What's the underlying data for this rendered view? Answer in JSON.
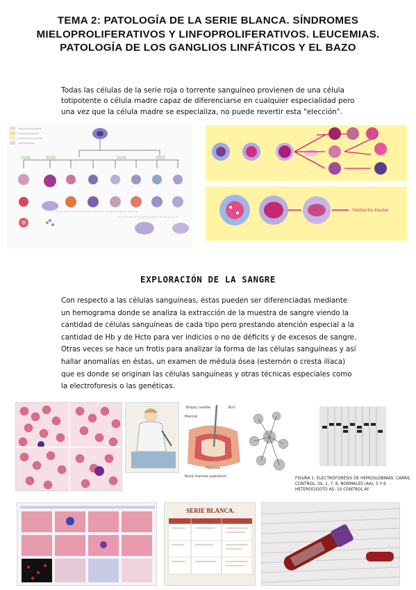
{
  "page": {
    "title": "TEMA 2: PATOLOGÍA DE LA SERIE BLANCA. SÍNDROMES MIELOPROLIFERATIVOS Y LINFOPROLIFERATIVOS. LEUCEMIAS. PATOLOGÍA DE LOS GANGLIOS LINFÁTICOS Y EL BAZO",
    "intro": "Todas las células de la serie roja o torrente sanguíneo provienen de una célula totipotente o célula madre capaz de diferenciarse en cualquier especialidad pero una vez que la célula madre se especializa, no puede revertir esta \"elección\".",
    "section_title": "EXPLORACIÓN DE LA SANGRE",
    "body": "Con respecto a las células sanguíneas, éstas pueden ser diferenciadas mediante un hemograma donde se analiza la extracción de la muestra de sangre viendo la cantidad de células sanguíneas de cada tipo pero prestando atención especial a la cantidad de Hb y de Hcto para ver indicios o no de déficits y de excesos de sangre. Otras veces se hace un frotis para analizar la forma de las células sanguíneas y así hallar anomalías en éstas, un examen de médula ósea (esternón o cresta ilíaca) que es donde se originan las células sanguíneas y otras técnicas especiales como la electroforesis o las genéticas.",
    "figure_caption": "Figura 1. Electroforesis de hemoglobinas. Carril control: SS; 1, 7, 8, normales (AA); 5 y 9 heterocigoto AS; 10 control AF"
  },
  "figures": {
    "marrow_labels": {
      "needle": "Biopsy needle",
      "skin": "Skin",
      "marrow": "Marrow",
      "hipbone": "Hipbone",
      "aspiration": "Bone marrow aspiration"
    },
    "serie_blanca_table_title": "SERIE BLANCA.",
    "maturation_label": "histiocito tisular"
  },
  "colors": {
    "accent_pink": "#e0197a",
    "cell_purple": "#7a2f6f",
    "yellow_panel": "#fff59e",
    "red_cell": "#c8434a"
  }
}
